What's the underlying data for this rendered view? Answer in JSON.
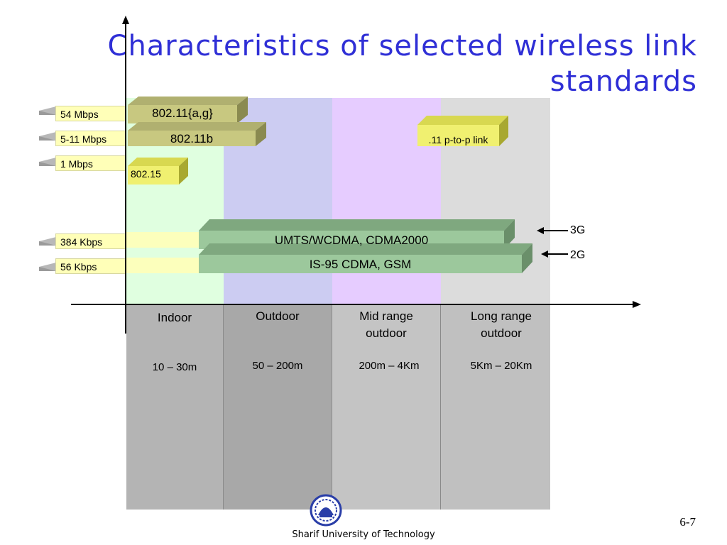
{
  "title": "Characteristics of selected wireless link standards",
  "rates": [
    "54 Mbps",
    "5-11 Mbps",
    "1 Mbps",
    "384 Kbps",
    "56 Kbps"
  ],
  "columns": [
    {
      "label": "Indoor",
      "range": "10 – 30m"
    },
    {
      "label": "Outdoor",
      "range": "50 – 200m"
    },
    {
      "label": "Mid range\noutdoor",
      "range": "200m – 4Km"
    },
    {
      "label": "Long range\noutdoor",
      "range": "5Km – 20Km"
    }
  ],
  "standards": {
    "s80211ag": "802.11{a,g}",
    "s80211b": "802.11b",
    "s80215": "802.15",
    "ptp": ".11 p-to-p link",
    "umts": "UMTS/WCDMA, CDMA2000",
    "is95": "IS-95 CDMA, GSM"
  },
  "generations": {
    "g3": "3G",
    "g2": "2G"
  },
  "footer": "Sharif University of Technology",
  "slide_number": "6-7",
  "colors": {
    "title": "#2f2fd6",
    "indoor": "#e0ffe0",
    "outdoor": "#ccccf2",
    "mid": "#e6ccff",
    "long": "#dcdcdc",
    "green_bar": "#9cc89c",
    "olive_bar": "#c8c880",
    "yellow_box": "#f0f070"
  }
}
